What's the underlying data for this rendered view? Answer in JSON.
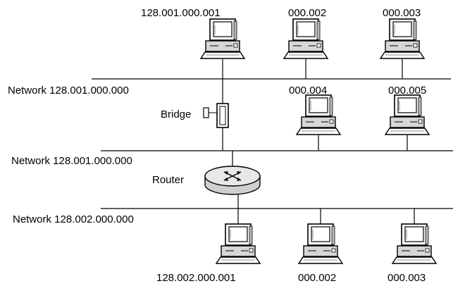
{
  "hosts": {
    "top_1": "128.001.000.001",
    "top_2": "000.002",
    "top_3": "000.003",
    "mid_4": "000.004",
    "mid_5": "000.005",
    "bottom_1": "128.002.000.001",
    "bottom_2": "000.002",
    "bottom_3": "000.003"
  },
  "networks": {
    "net_a": "Network 128.001.000.000",
    "net_b": "Network 128.001.000.000",
    "net_c": "Network 128.002.000.000"
  },
  "devices": {
    "bridge": "Bridge",
    "router": "Router"
  },
  "icons": {
    "computer": "computer-icon",
    "bridge": "bridge-icon",
    "router": "router-icon"
  }
}
